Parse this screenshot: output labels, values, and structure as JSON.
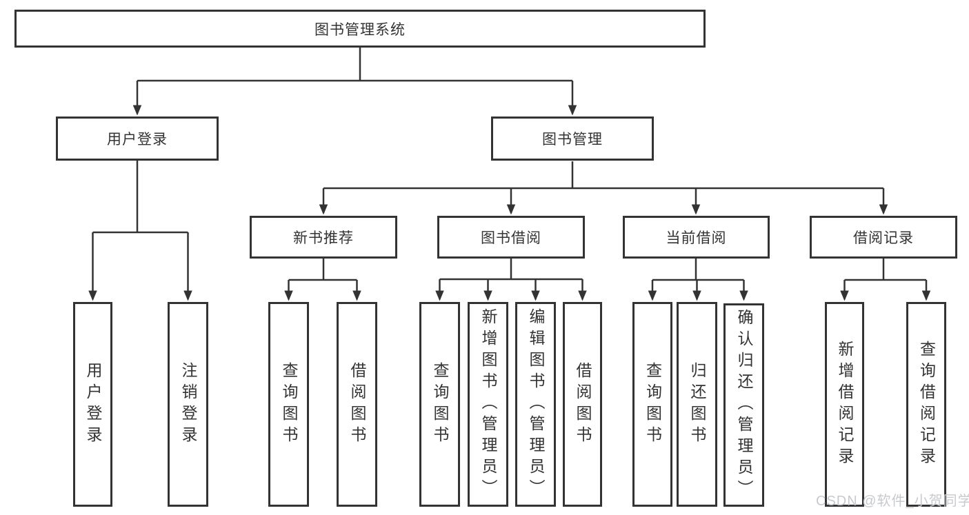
{
  "diagram": {
    "root": "图书管理系统",
    "level2": [
      "用户登录",
      "图书管理"
    ],
    "level3": [
      "新书推荐",
      "图书借阅",
      "当前借阅",
      "借阅记录"
    ],
    "login_children": [
      "用户登录",
      "注销登录"
    ],
    "recommend_children": [
      "查询图书",
      "借阅图书"
    ],
    "borrow_children": [
      "查询图书",
      "新增图书（管理员）",
      "编辑图书（管理员）",
      "借阅图书"
    ],
    "current_children": [
      "查询图书",
      "归还图书",
      "确认归还（管理员）"
    ],
    "records_children": [
      "新增借阅记录",
      "查询借阅记录"
    ]
  },
  "watermark": {
    "text": "CSDN @软件_小贺同学"
  },
  "colors": {
    "line": "#333333",
    "text": "#333333",
    "canvas": "#ffffff",
    "watermark": "#c7c9cd"
  }
}
